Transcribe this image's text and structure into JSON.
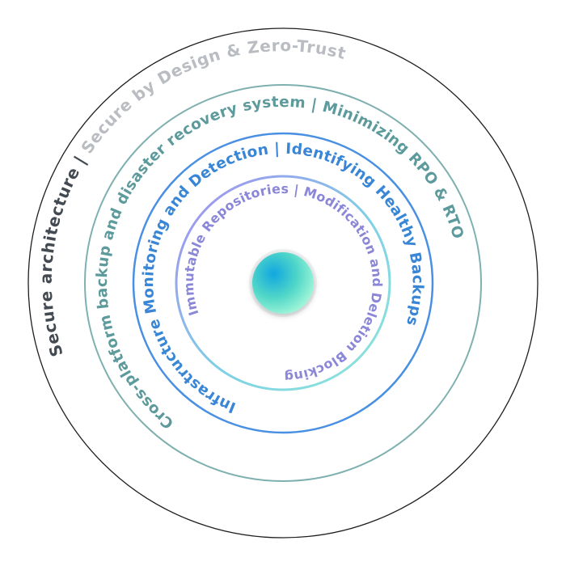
{
  "diagram": {
    "rings": [
      {
        "id": "outer",
        "segments": [
          {
            "text": "Secure architecture | ",
            "color": "#444a52"
          },
          {
            "text": "Secure by Design & Zero-Trust",
            "color": "#b9bdc2"
          }
        ],
        "circle_color": "#1f1f1f",
        "text_color": "#444a52"
      },
      {
        "id": "second",
        "segments": [
          {
            "text": "Cross-platform backup and disaster recovery system | Minimizing RPO & RTO",
            "color": "#5d9a9c"
          }
        ],
        "circle_color": "#7fb0b0",
        "text_color": "#5d9a9c"
      },
      {
        "id": "third",
        "segments": [
          {
            "text": "Infrastructure Monitoring and Detection | Identifying Healthy Backups",
            "color": "#3a86d6"
          }
        ],
        "circle_color": "#4a90e2",
        "text_color": "#3a86d6"
      },
      {
        "id": "inner",
        "segments": [
          {
            "text": "Immutable Repositories | Modification and Deletion Blocking",
            "color": "#8a86d8"
          }
        ],
        "circle_gradient": [
          "#a58af0",
          "#7ecfe6",
          "#8ee8d8"
        ],
        "text_color": "#8a86d8"
      }
    ],
    "core": {
      "gradient": [
        "#12a7e0",
        "#4fd6c8",
        "#9ff5d8"
      ]
    }
  }
}
